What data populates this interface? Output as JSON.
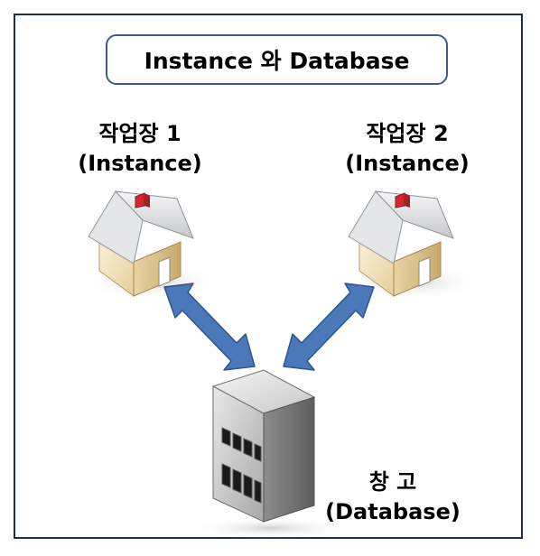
{
  "title": "Instance 와 Database",
  "workshop1": {
    "name": "작업장 1",
    "type": "(Instance)"
  },
  "workshop2": {
    "name": "작업장 2",
    "type": "(Instance)"
  },
  "warehouse": {
    "name": "창 고",
    "type": "(Database)"
  },
  "colors": {
    "frame": "#1f2d4d",
    "arrow": "#4a78b8",
    "house_roof": "#d4d6d8",
    "house_wall": "#eed9ad",
    "chimney": "#d02a30",
    "building": "#9a9a9a"
  },
  "icons": [
    "house-icon",
    "house-icon",
    "building-icon",
    "double-arrow-icon"
  ]
}
